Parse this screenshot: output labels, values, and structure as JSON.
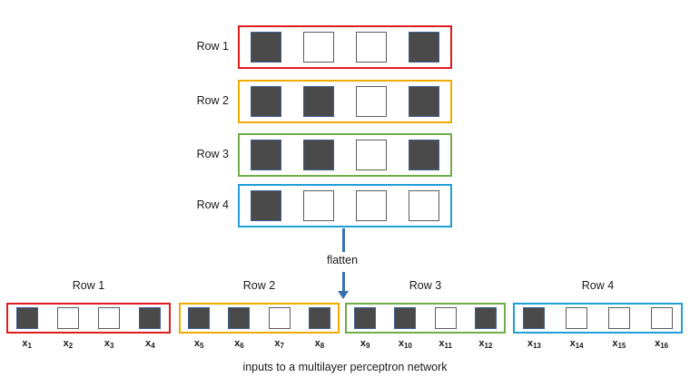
{
  "figure": {
    "caption": "inputs to a multilayer perceptron network",
    "flatten_label": "flatten"
  },
  "colors": {
    "row1": "#e01b1b",
    "row2": "#f0ab00",
    "row3": "#70ad47",
    "row4": "#1f9ed8",
    "filled_cell": "#4a4a4a",
    "filled_cell_border": "#3f5f8f",
    "empty_cell_border": "#5c5c5c",
    "arrow": "#3a6fb5"
  },
  "grid": {
    "rows": [
      {
        "label": "Row 1",
        "color": "#e01b1b",
        "cells": [
          1,
          0,
          0,
          1
        ]
      },
      {
        "label": "Row 2",
        "color": "#f0ab00",
        "cells": [
          1,
          1,
          0,
          1
        ]
      },
      {
        "label": "Row 3",
        "color": "#70ad47",
        "cells": [
          1,
          1,
          0,
          1
        ]
      },
      {
        "label": "Row 4",
        "color": "#1f9ed8",
        "cells": [
          1,
          0,
          0,
          0
        ]
      }
    ]
  },
  "flattened": {
    "groups": [
      {
        "title": "Row 1",
        "color": "#e01b1b",
        "cells": [
          1,
          0,
          0,
          1
        ],
        "labels": [
          "x1",
          "x2",
          "x3",
          "x4"
        ],
        "label_base": "x",
        "label_subs": [
          "1",
          "2",
          "3",
          "4"
        ]
      },
      {
        "title": "Row 2",
        "color": "#f0ab00",
        "cells": [
          1,
          1,
          0,
          1
        ],
        "labels": [
          "x5",
          "x6",
          "x7",
          "x8"
        ],
        "label_base": "x",
        "label_subs": [
          "5",
          "6",
          "7",
          "8"
        ]
      },
      {
        "title": "Row 3",
        "color": "#70ad47",
        "cells": [
          1,
          1,
          0,
          1
        ],
        "labels": [
          "x9",
          "x10",
          "x11",
          "x12"
        ],
        "label_base": "x",
        "label_subs": [
          "9",
          "10",
          "11",
          "12"
        ]
      },
      {
        "title": "Row 4",
        "color": "#1f9ed8",
        "cells": [
          1,
          0,
          0,
          0
        ],
        "labels": [
          "x13",
          "x14",
          "x15",
          "x16"
        ],
        "label_base": "x",
        "label_subs": [
          "13",
          "14",
          "15",
          "16"
        ]
      }
    ]
  }
}
